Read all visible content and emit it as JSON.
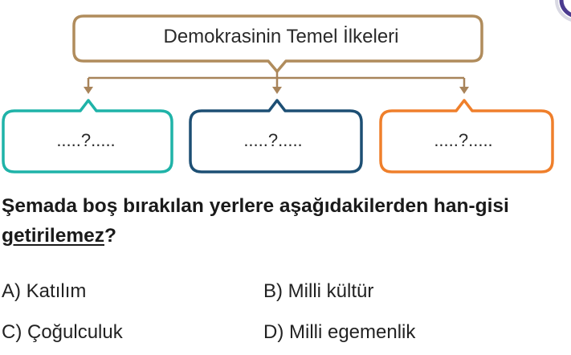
{
  "diagram": {
    "title": "Demokrasinin Temel İlkeleri",
    "slots": [
      ".....?.....",
      ".....?.....",
      ".....?....."
    ],
    "colors": {
      "title_border": "#b08c5c",
      "connector": "#a8845a",
      "slot_borders": [
        "#1fb3a8",
        "#1d4f74",
        "#ef7f2b"
      ]
    }
  },
  "question": {
    "text_before": "Şemada boş bırakılan yerlere aşağıdakilerden han-gisi ",
    "underlined": "getirilemez",
    "text_after": "?"
  },
  "options": [
    {
      "letter": "A)",
      "text": "Katılım"
    },
    {
      "letter": "B)",
      "text": "Milli kültür"
    },
    {
      "letter": "C)",
      "text": "Çoğulculuk"
    },
    {
      "letter": "D)",
      "text": "Milli egemenlik"
    }
  ]
}
